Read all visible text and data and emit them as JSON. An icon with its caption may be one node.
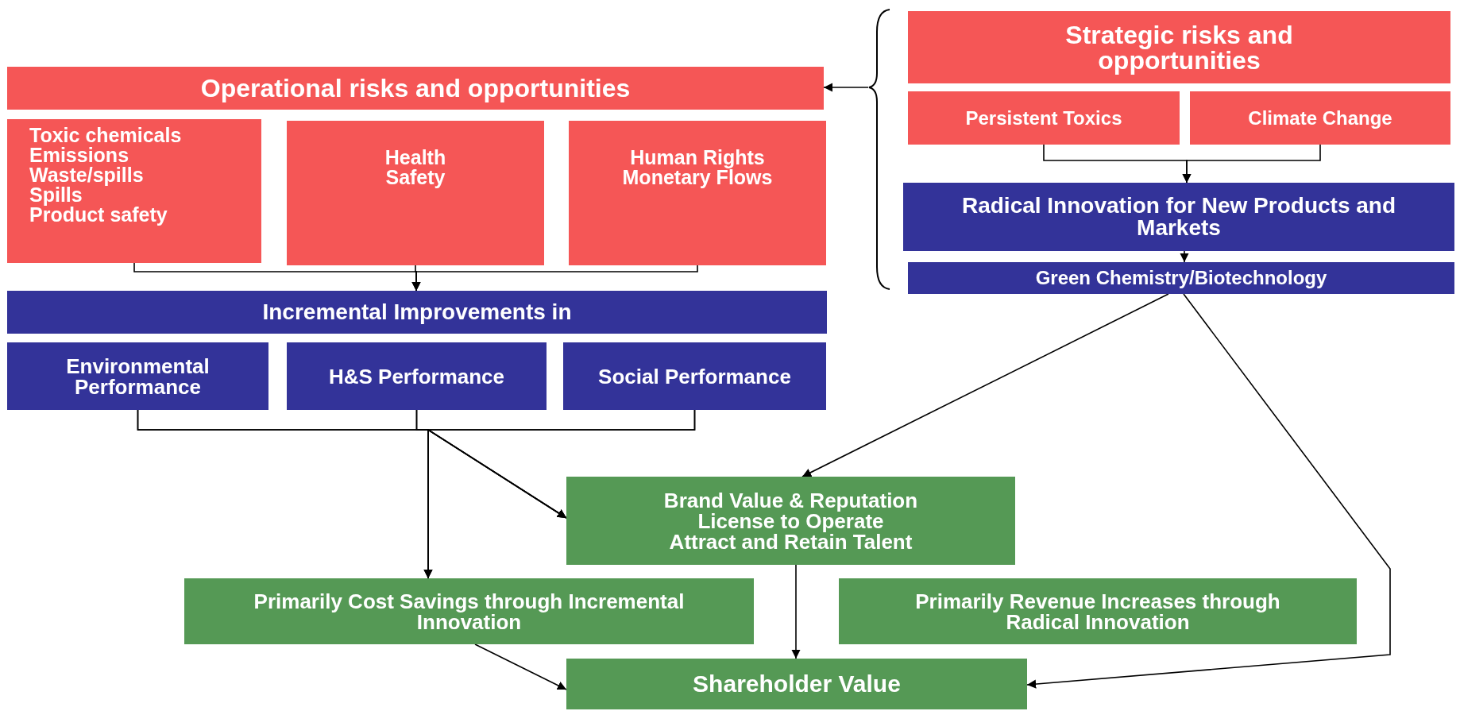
{
  "diagram": {
    "nodes": [
      {
        "text": [
          "Operational risks and opportunities"
        ]
      },
      {
        "text": [
          "Toxic chemicals",
          "Emissions",
          "Waste/spills",
          "Spills",
          "Product safety"
        ]
      },
      {
        "text": [
          "Health",
          "Safety"
        ]
      },
      {
        "text": [
          "Human Rights",
          "Monetary Flows"
        ]
      },
      {
        "text": [
          "Incremental Improvements in"
        ]
      },
      {
        "text": [
          "Environmental Performance"
        ]
      },
      {
        "text": [
          "H&S Performance"
        ]
      },
      {
        "text": [
          "Social Performance"
        ]
      },
      {
        "text": [
          "Strategic risks and opportunities"
        ]
      },
      {
        "text": [
          "Persistent Toxics"
        ]
      },
      {
        "text": [
          "Climate Change"
        ]
      },
      {
        "text": [
          "Radical Innovation for New Products and Markets"
        ]
      },
      {
        "text": [
          "Green Chemistry/Biotechnology"
        ]
      },
      {
        "text": [
          "Brand Value & Reputation",
          "License to Operate",
          "Attract and Retain Talent"
        ]
      },
      {
        "text": [
          "Primarily Cost Savings through Incremental Innovation"
        ]
      },
      {
        "text": [
          "Primarily Revenue Increases through Radical Innovation"
        ]
      },
      {
        "text": [
          "Shareholder Value"
        ]
      },
      {
        "text": [],
        "shape": "bracket"
      }
    ],
    "edges": [
      {
        "from": 17,
        "to": 0,
        "arrow": "to"
      },
      {
        "from": 1,
        "to": 4,
        "arrow": "to"
      },
      {
        "from": 2,
        "to": 4,
        "arrow": "to"
      },
      {
        "from": 3,
        "to": 4,
        "arrow": "to"
      },
      {
        "from": 5,
        "to": 14,
        "arrow": "to"
      },
      {
        "from": 6,
        "to": 14,
        "arrow": "to"
      },
      {
        "from": 7,
        "to": 14,
        "arrow": "to"
      },
      {
        "from": 5,
        "to": 13,
        "arrow": "to"
      },
      {
        "from": 6,
        "to": 13,
        "arrow": "to"
      },
      {
        "from": 7,
        "to": 13,
        "arrow": "to"
      },
      {
        "from": 9,
        "to": 11,
        "arrow": "to"
      },
      {
        "from": 10,
        "to": 11,
        "arrow": "to"
      },
      {
        "from": 11,
        "to": 12,
        "arrow": "to"
      },
      {
        "from": 12,
        "to": 13,
        "arrow": "to"
      },
      {
        "from": 12,
        "to": 16,
        "arrow": "to"
      },
      {
        "from": 13,
        "to": 16,
        "arrow": "to"
      },
      {
        "from": 14,
        "to": 16,
        "arrow": "to"
      }
    ]
  }
}
